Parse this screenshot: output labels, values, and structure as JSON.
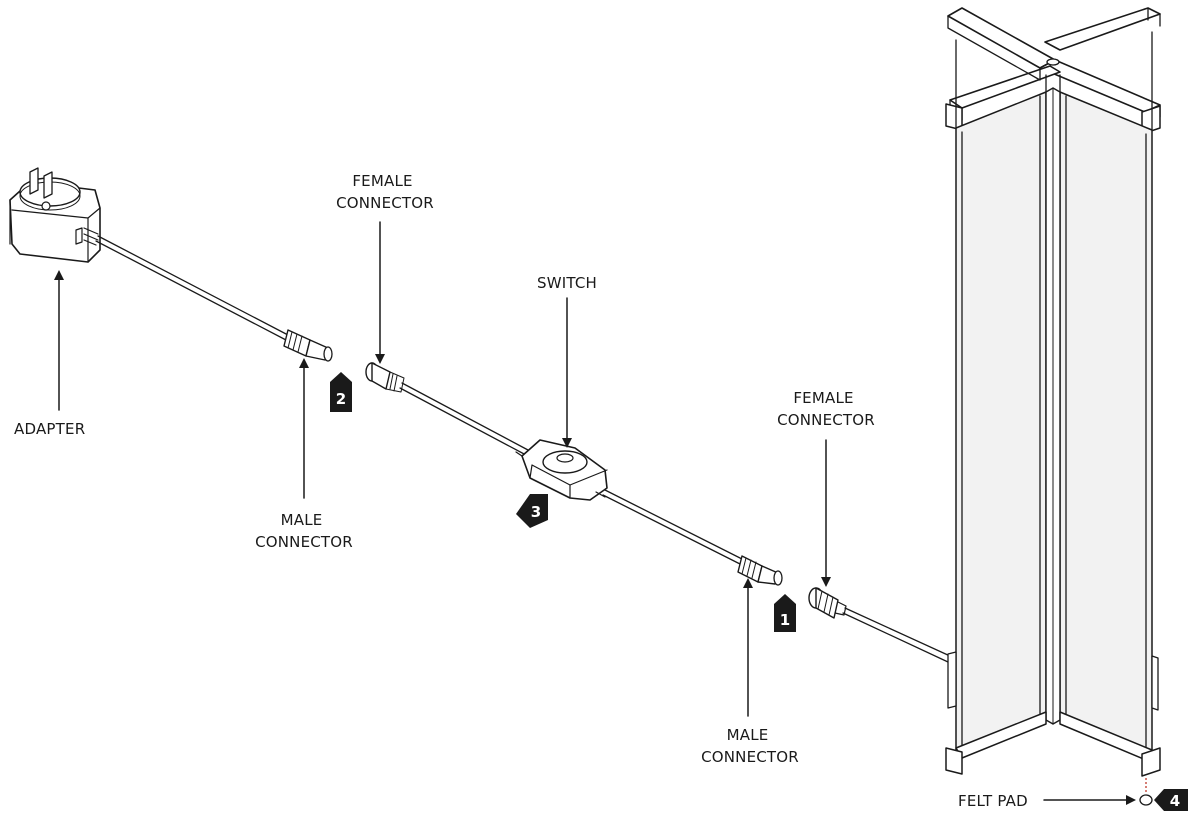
{
  "labels": {
    "adapter": "ADAPTER",
    "female_connector_1": [
      "FEMALE",
      "CONNECTOR"
    ],
    "male_connector_1": [
      "MALE",
      "CONNECTOR"
    ],
    "switch": "SWITCH",
    "female_connector_2": [
      "FEMALE",
      "CONNECTOR"
    ],
    "male_connector_2": [
      "MALE",
      "CONNECTOR"
    ],
    "felt_pad": "FELT PAD"
  },
  "badges": {
    "step_1": "1",
    "step_2": "2",
    "step_3": "3",
    "step_4": "4"
  },
  "colors": {
    "line": "#1a1a1a",
    "badge": "#1a1a1a",
    "felt_pad_guide": "#c0392b",
    "panel": "#f2f2f2"
  }
}
